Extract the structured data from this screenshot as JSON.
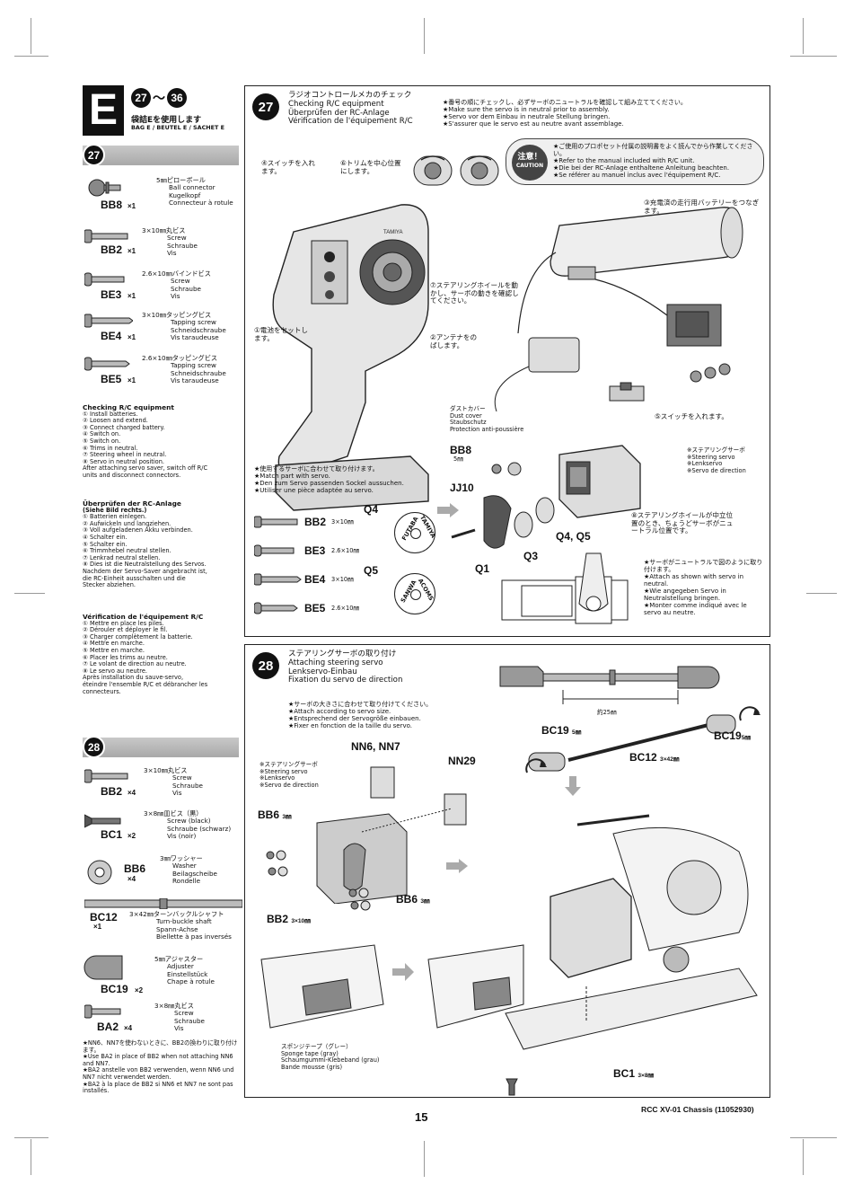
{
  "section": {
    "letter": "E",
    "range_from": "27",
    "range_tilde": "〜",
    "range_to": "36",
    "bag_jp": "袋詰Eを使用します",
    "bag_multi": "BAG E / BEUTEL E / SACHET E"
  },
  "step27_parts": [
    {
      "code": "BB8",
      "qty": "×1",
      "lines": [
        "5㎜ピローボール",
        "Ball connector",
        "Kugelkopf",
        "Connecteur à rotule"
      ]
    },
    {
      "code": "BB2",
      "qty": "×1",
      "lines": [
        "3×10㎜丸ビス",
        "Screw",
        "Schraube",
        "Vis"
      ]
    },
    {
      "code": "BE3",
      "qty": "×1",
      "lines": [
        "2.6×10㎜バインドビス",
        "Screw",
        "Schraube",
        "Vis"
      ]
    },
    {
      "code": "BE4",
      "qty": "×1",
      "lines": [
        "3×10㎜タッピングビス",
        "Tapping screw",
        "Schneidschraube",
        "Vis taraudeuse"
      ]
    },
    {
      "code": "BE5",
      "qty": "×1",
      "lines": [
        "2.6×10㎜タッピングビス",
        "Tapping screw",
        "Schneidschraube",
        "Vis taraudeuse"
      ]
    }
  ],
  "checking_en": {
    "title": "Checking R/C equipment",
    "items": [
      "① Install batteries.",
      "② Loosen and extend.",
      "③ Connect charged battery.",
      "④ Switch on.",
      "⑤ Switch on.",
      "⑥ Trims in neutral.",
      "⑦ Steering wheel in neutral.",
      "⑧ Servo in neutral position.",
      "After attaching servo saver, switch off R/C",
      "units and disconnect connectors."
    ]
  },
  "checking_de": {
    "title": "Überprüfen der RC-Anlage",
    "subtitle": "(Siehe Bild rechts.)",
    "items": [
      "① Batterien einlegen.",
      "② Aufwickeln und langziehen.",
      "③ Voll aufgeladenen Akku verbinden.",
      "④ Schalter ein.",
      "⑤ Schalter ein.",
      "⑥ Trimmhebel neutral stellen.",
      "⑦ Lenkrad neutral stellen.",
      "⑧ Dies ist die Neutralstellung des Servos.",
      "Nachdem der Servo-Saver angebracht ist,",
      "die RC-Einheit ausschalten und die",
      "Stecker abziehen."
    ]
  },
  "checking_fr": {
    "title": "Vérification de l'équipement R/C",
    "items": [
      "① Mettre en place les piles.",
      "② Dérouler et déployer le fil.",
      "③ Charger complètement la batterie.",
      "④ Mettre en marche.",
      "⑤ Mettre en marche.",
      "⑥ Placer les trims au neutre.",
      "⑦ Le volant de direction au neutre.",
      "⑧ Le servo au neutre.",
      "Après installation du sauve-servo,",
      "éteindre l'ensemble R/C et débrancher les",
      "connecteurs."
    ]
  },
  "step28_parts": [
    {
      "code": "BB2",
      "qty": "×4",
      "lines": [
        "3×10㎜丸ビス",
        "Screw",
        "Schraube",
        "Vis"
      ]
    },
    {
      "code": "BC1",
      "qty": "×2",
      "lines": [
        "3×8㎜皿ビス（黒）",
        "Screw (black)",
        "Schraube (schwarz)",
        "Vis (noir)"
      ]
    },
    {
      "code": "BB6",
      "qty": "×4",
      "lines": [
        "3㎜ワッシャー",
        "Washer",
        "Beilagscheibe",
        "Rondelle"
      ]
    },
    {
      "code": "BC12",
      "qty": "×1",
      "lines": [
        "3×42㎜ターンバックルシャフト",
        "Turn-buckle shaft",
        "Spann-Achse",
        "Biellette à pas inversés"
      ]
    },
    {
      "code": "BC19",
      "qty": "×2",
      "lines": [
        "5㎜アジャスター",
        "Adjuster",
        "Einstellstück",
        "Chape à rotule"
      ]
    },
    {
      "code": "BA2",
      "qty": "×4",
      "lines": [
        "3×8㎜丸ビス",
        "Screw",
        "Schraube",
        "Vis"
      ]
    }
  ],
  "step28_note": [
    "★NN6、NN7を使わないときに、BB2の換わりに取り付けます。",
    "★Use BA2 in place of BB2 when not attaching NN6 and NN7.",
    "★BA2 anstelle von BB2 verwenden, wenn NN6 und NN7 nicht verwendet werden.",
    "★BA2 à la place de BB2 si NN6 et NN7 ne sont pas installés."
  ],
  "step27": {
    "number": "27",
    "title_jp": "ラジオコントロールメカのチェック",
    "title_en": "Checking R/C equipment",
    "title_de": "Überprüfen der RC-Anlage",
    "title_fr": "Vérification de l'équipement R/C",
    "note": [
      "★番号の順にチェックし、必ずサーボのニュートラルを確認して組み立ててください。",
      "★Make sure the servo is in neutral prior to assembly.",
      "★Servo vor dem Einbau in neutrale Stellung bringen.",
      "★S'assurer que le servo est au neutre avant assemblage."
    ],
    "caution_badge": "注意！",
    "caution_word": "CAUTION",
    "caution_lines": [
      "★ご使用のプロポセット付属の説明書をよく読んでから作業してください。",
      "★Refer to the manual included with R/C unit.",
      "★Die bei der RC-Anlage enthaltene Anleitung beachten.",
      "★Se référer au manuel inclus avec l'équipement R/C."
    ],
    "c4": "④スイッチを入れます。",
    "c6": "⑥トリムを中心位置にします。",
    "c3": "③充電済の走行用バッテリーをつなぎます。",
    "c7": "⑦ステアリングホイールを動かし、サーボの動きを確認してください。",
    "c1": "①電池をセットします。",
    "c2": "②アンテナをのばします。",
    "dust": [
      "ダストカバー",
      "Dust cover",
      "Staubschutz",
      "Protection anti-poussière"
    ],
    "c5": "⑤スイッチを入れます。",
    "servo_label": [
      "※ステアリングサーボ",
      "※Steering servo",
      "※Lenkservo",
      "※Servo de direction"
    ],
    "c8": "⑧ステアリングホイールが中立位置のとき、ちょうどサーボがニュートラル位置です。",
    "neutral_note": [
      "★サーボがニュートラルで図のように取り付けます。",
      "★Attach as shown with servo in neutral.",
      "★Wie angegeben Servo in Neutralstellung bringen.",
      "★Monter comme indiqué avec le servo au neutre."
    ],
    "match_note": [
      "★使用するサーボに合わせて取り付けます。",
      "★Match part with servo.",
      "★Den zum Servo passenden Sockel aussuchen.",
      "★Utiliser une pièce adaptée au servo."
    ],
    "screws": [
      {
        "code": "BB2",
        "size": "3×10㎜"
      },
      {
        "code": "BE3",
        "size": "2.6×10㎜"
      },
      {
        "code": "BE4",
        "size": "3×10㎜"
      },
      {
        "code": "BE5",
        "size": "2.6×10㎜"
      }
    ],
    "q4": "Q4",
    "q5": "Q5",
    "brand_futaba": "FUTABA",
    "brand_tamiya": "TAMIYA",
    "brand_sanwa": "SANWA",
    "brand_acoms": "ACOMS",
    "bb8": "BB8",
    "bb8_size": "5㎜",
    "jj10": "JJ10",
    "q1": "Q1",
    "q3": "Q3",
    "q45": "Q4, Q5",
    "tx_brand": "TAMIYA"
  },
  "step28": {
    "number": "28",
    "title_jp": "ステアリングサーボの取り付け",
    "title_en": "Attaching steering servo",
    "title_de": "Lenkservo-Einbau",
    "title_fr": "Fixation du servo de direction",
    "note": [
      "★サーボの大きさに合わせて取り付けてください。",
      "★Attach according to servo size.",
      "★Entsprechend der Servogröße einbauen.",
      "★Fixer en fonction de la taille du servo."
    ],
    "length": "約25㎜",
    "bc19": "BC19",
    "bc19_size": "5㎜",
    "bc12": "BC12",
    "bc12_size": "3×42㎜",
    "nn67": "NN6, NN7",
    "nn29": "NN29",
    "servo_label": [
      "※ステアリングサーボ",
      "※Steering servo",
      "※Lenkservo",
      "※Servo de direction"
    ],
    "bb6": "BB6",
    "bb6_size": "3㎜",
    "bb2": "BB2",
    "bb2_size": "3×10㎜",
    "sponge": [
      "スポンジテープ（グレー）",
      "Sponge tape (gray)",
      "Schaumgummi-Klebeband (grau)",
      "Bande mousse (gris)"
    ],
    "bc1": "BC1",
    "bc1_size": "3×8㎜"
  },
  "footer": {
    "page": "15",
    "model": "RCC XV-01 Chassis (11052930)"
  }
}
